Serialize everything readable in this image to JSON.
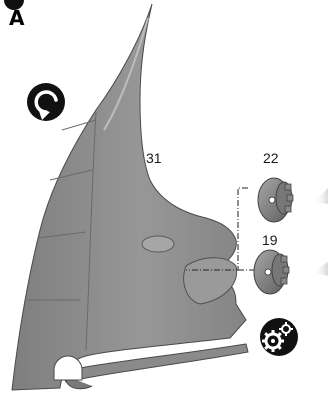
{
  "step": {
    "letter": "A"
  },
  "parts": {
    "main_panel": {
      "number": "31"
    },
    "upper_fastener": {
      "number": "22"
    },
    "lower_fastener": {
      "number": "19"
    }
  },
  "icons": {
    "rotate": "rotate-arrow-icon",
    "gears": "gears-icon"
  },
  "colors": {
    "part_gray": "#8c8c8c",
    "part_shadow": "#6f6f6f",
    "part_highlight": "#b4b4b4",
    "icon_black": "#111111"
  }
}
